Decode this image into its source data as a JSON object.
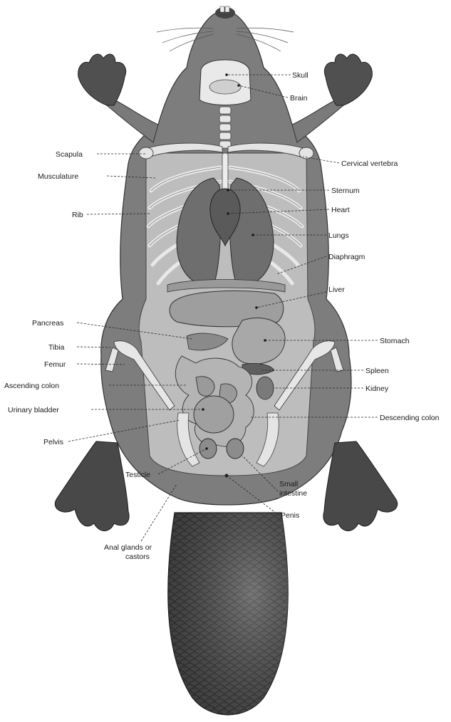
{
  "labels": {
    "skull": "Skull",
    "brain": "Brain",
    "scapula": "Scapula",
    "cervical_vertebra": "Cervical vertebra",
    "musculature": "Musculature",
    "sternum": "Sternum",
    "heart": "Heart",
    "rib": "Rib",
    "lungs": "Lungs",
    "diaphragm": "Diaphragm",
    "liver": "Liver",
    "pancreas": "Pancreas",
    "stomach": "Stomach",
    "tibia": "Tibia",
    "femur": "Femur",
    "spleen": "Spleen",
    "ascending_colon": "Ascending colon",
    "kidney": "Kidney",
    "urinary_bladder": "Urinary bladder",
    "descending_colon": "Descending colon",
    "pelvis": "Pelvis",
    "testicle": "Testicle",
    "small_intestine_line1": "Small",
    "small_intestine_line2": "intestine",
    "penis": "Penis",
    "anal_glands_line1": "Anal glands or",
    "anal_glands_line2": "castors"
  }
}
